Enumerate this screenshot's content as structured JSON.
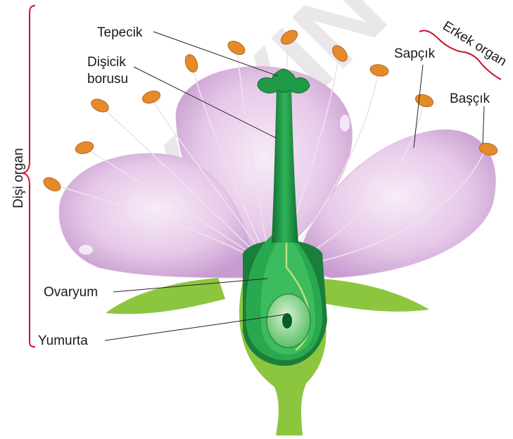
{
  "diagram": {
    "labels": {
      "tepecik": "Tepecik",
      "disicik_borusu_line1": "Dişicik",
      "disicik_borusu_line2": "borusu",
      "ovaryum": "Ovaryum",
      "yumurta": "Yumurta",
      "sapcik": "Sapçık",
      "bascik": "Başçık",
      "erkek_organ": "Erkek organ",
      "disi_organ": "Dişi organ"
    },
    "watermark": "YAYIN"
  },
  "colors": {
    "petal": "#e6c9e8",
    "petal_dark": "#c79bd0",
    "stem": "#8cc63f",
    "pistil": "#1f9a45",
    "pistil_dark": "#0f6e32",
    "anther": "#e58a2b",
    "bracket": "#c8102e"
  }
}
